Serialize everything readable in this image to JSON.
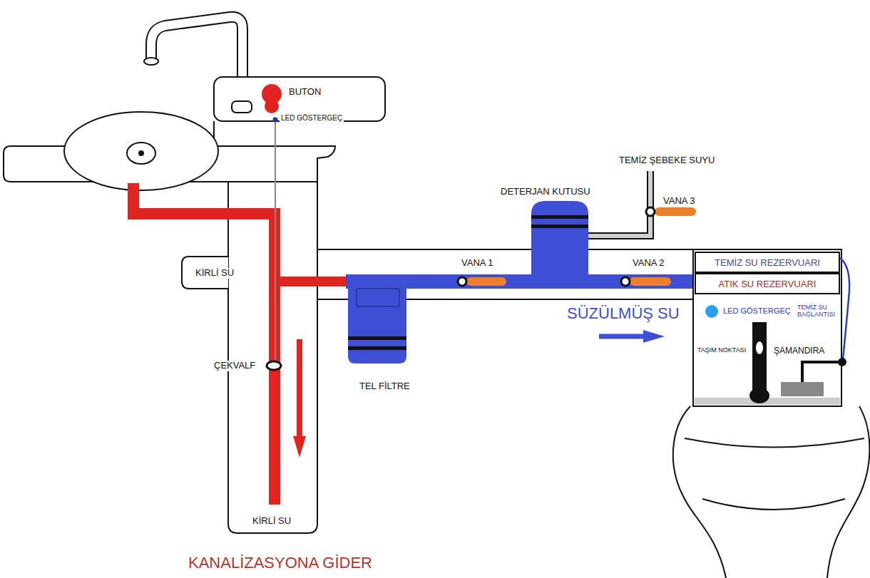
{
  "diagram": {
    "nodes": [
      {
        "text": [
          "TEMİZ SU REZERVUARI"
        ]
      },
      {
        "text": [
          "ATIK SU REZERVUARI"
        ]
      }
    ],
    "labels": [
      "BUTON",
      "LED GÖSTERGEÇ",
      "TEMİZ ŞEBEKE SUYU",
      "VANA 3",
      "DETERJAN KUTUSU",
      "KİRLİ SU",
      "VANA 1",
      "VANA 2",
      "LED GÖSTERGEÇ",
      "TEMİZ SU BAĞLANTISI",
      "SÜZÜLMÜŞ SU",
      "TAŞIM NOKTASI",
      "ŞAMANDIRA",
      "ÇEKVALF",
      "TEL FİLTRE",
      "KİRLİ SU",
      "KANALİZASYONA GİDER"
    ]
  }
}
